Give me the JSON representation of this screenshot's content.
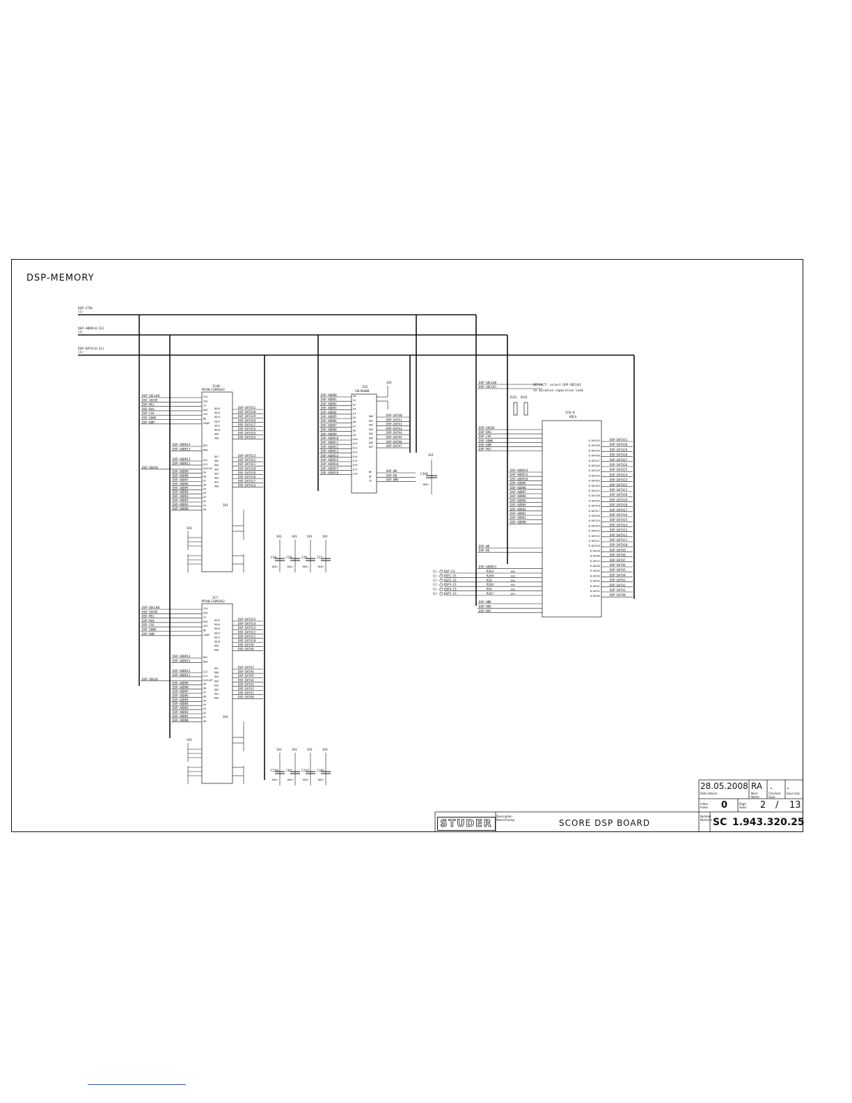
{
  "sheet_title": "DSP-MEMORY",
  "buses": [
    {
      "label": "DSP-CTRL",
      "ref": "(1)"
    },
    {
      "label": "DSP-ADDR(0:23)",
      "ref": "(1)"
    },
    {
      "label": "DSP-DATA(0:31)",
      "ref": "(1)"
    }
  ],
  "chips": {
    "ic40": {
      "ref": "IC40",
      "part": "MT48LC16M16A2"
    },
    "ic7": {
      "ref": "IC7",
      "part": "MT48LC16M16A2"
    },
    "ic6": {
      "ref": "IC6",
      "part": "29LV040B"
    },
    "ic8": {
      "ref": "IC8-D",
      "part": "VDCA"
    }
  },
  "sdram_ctrl_signals": [
    "DSP-SDCLK0",
    "DSP-SDCKE",
    "DSP-MS1",
    "DSP-RAS",
    "DSP-CAS",
    "DSP-SDWE",
    "DSP-DQM"
  ],
  "sdram_ctrl_pins": [
    "CLK",
    "CKE",
    "CS",
    "RAS",
    "CAS",
    "WE",
    "LDQM",
    "UDQM"
  ],
  "sdram_bank_signals": [
    "DSP-ADDR14",
    "DSP-ADDR13"
  ],
  "sdram_addr_signals": [
    "DSP-ADDR12",
    "DSP-ADDR11",
    "DSP-SDA10",
    "DSP-ADDR9",
    "DSP-ADDR8",
    "DSP-ADDR7",
    "DSP-ADDR6",
    "DSP-ADDR5",
    "DSP-ADDR4",
    "DSP-ADDR3",
    "DSP-ADDR2",
    "DSP-ADDR1",
    "DSP-ADDR0"
  ],
  "sdram_addr_pins": [
    "A12",
    "A11",
    "A10/AP",
    "A9",
    "A8",
    "A7",
    "A6",
    "A5",
    "A4",
    "A3",
    "A2",
    "A1",
    "A0"
  ],
  "ic40_data_upper": [
    "DSP-DATA31",
    "DSP-DATA30",
    "DSP-DATA29",
    "DSP-DATA28",
    "DSP-DATA27",
    "DSP-DATA26",
    "DSP-DATA25",
    "DSP-DATA24"
  ],
  "ic40_data_lower": [
    "DSP-DATA23",
    "DSP-DATA22",
    "DSP-DATA21",
    "DSP-DATA20",
    "DSP-DATA19",
    "DSP-DATA18",
    "DSP-DATA17",
    "DSP-DATA16"
  ],
  "ic7_data_upper": [
    "DSP-DATA15",
    "DSP-DATA14",
    "DSP-DATA13",
    "DSP-DATA12",
    "DSP-DATA11",
    "DSP-DATA10",
    "DSP-DATA9",
    "DSP-DATA8"
  ],
  "ic7_data_lower": [
    "DSP-DATA7",
    "DSP-DATA6",
    "DSP-DATA5",
    "DSP-DATA4",
    "DSP-DATA3",
    "DSP-DATA2",
    "DSP-DATA1",
    "DSP-DATA0"
  ],
  "sdram_dq_pins": [
    "DQ15",
    "DQ14",
    "DQ13",
    "DQ12",
    "DQ11",
    "DQ10",
    "DQ9",
    "DQ8",
    "DQ7",
    "DQ6",
    "DQ5",
    "DQ4",
    "DQ3",
    "DQ2",
    "DQ1",
    "DQ0"
  ],
  "flash_addr_signals": [
    "DSP-ADDR0",
    "DSP-ADDR1",
    "DSP-ADDR2",
    "DSP-ADDR3",
    "DSP-ADDR4",
    "DSP-ADDR5",
    "DSP-ADDR6",
    "DSP-ADDR7",
    "DSP-ADDR8",
    "DSP-ADDR9",
    "DSP-ADDR10",
    "DSP-ADDR11",
    "DSP-ADDR12",
    "DSP-ADDR13",
    "DSP-ADDR14",
    "DSP-ADDR15",
    "DSP-ADDR16",
    "DSP-ADDR17",
    "DSP-ADDR18"
  ],
  "flash_data_signals": [
    "DSP-DATA0",
    "DSP-DATA1",
    "DSP-DATA2",
    "DSP-DATA3",
    "DSP-DATA4",
    "DSP-DATA5",
    "DSP-DATA6",
    "DSP-DATA7"
  ],
  "flash_ctrl_signals": [
    "DSP-WR",
    "DSP-RD",
    "DSP-BMS"
  ],
  "flash_ctrl_pins": [
    "WE",
    "OE",
    "CE"
  ],
  "ic8_ctrl_signals": [
    "DSP-SDCLK0",
    "DSP-SDCLK1",
    "DSP-SDCKE",
    "DSP-RAS",
    "DSP-CAS",
    "DSP-SDWE",
    "DSP-DQM",
    "DSP-MS3"
  ],
  "ic8_addr_signals": [
    "DSP-ADDR14",
    "DSP-ADDR13",
    "DSP-ADDR10",
    "DSP-ADDR9",
    "DSP-ADDR8",
    "DSP-ADDR7",
    "DSP-ADDR6",
    "DSP-ADDR5",
    "DSP-ADDR4",
    "DSP-ADDR3",
    "DSP-ADDR2",
    "DSP-ADDR1",
    "DSP-ADDR0"
  ],
  "ic8_misc_signals": [
    "DSP-WR",
    "DSP-RD",
    "DSP-ADDR23"
  ],
  "ic8_data_out": [
    "DSP-DATA31",
    "DSP-DATA30",
    "DSP-DATA29",
    "DSP-DATA28",
    "DSP-DATA27",
    "DSP-DATA26",
    "DSP-DATA25",
    "DSP-DATA24",
    "DSP-DATA23",
    "DSP-DATA22",
    "DSP-DATA21",
    "DSP-DATA20",
    "DSP-DATA19",
    "DSP-DATA18",
    "DSP-DATA17",
    "DSP-DATA16",
    "DSP-DATA15",
    "DSP-DATA14",
    "DSP-DATA13",
    "DSP-DATA12",
    "DSP-DATA11",
    "DSP-DATA10",
    "DSP-DATA9",
    "DSP-DATA8",
    "DSP-DATA7",
    "DSP-DATA6",
    "DSP-DATA5",
    "DSP-DATA4",
    "DSP-DATA3",
    "DSP-DATA2",
    "DSP-DATA1",
    "DSP-DATA0"
  ],
  "ic8_data_pins": [
    "B-DATA31",
    "B-DATA30",
    "B-DATA29",
    "B-DATA28",
    "B-DATA27",
    "B-DATA26",
    "B-DATA25",
    "B-DATA24",
    "B-DATA23",
    "B-DATA22",
    "B-DATA21",
    "B-DATA20",
    "B-DATA19",
    "B-DATA18",
    "B-DATA17",
    "B-DATA16",
    "B-DATA15",
    "B-DATA14",
    "B-DATA13",
    "B-DATA12",
    "B-DATA11",
    "B-DATA10",
    "B-DATA9",
    "B-DATA8",
    "B-DATA7",
    "B-DATA6",
    "B-DATA5",
    "B-DATA4",
    "B-DATA3",
    "B-DATA2",
    "B-DATA1",
    "B-DATA0"
  ],
  "chip_select_inputs": [
    {
      "ref": "(1)",
      "net": "DSP-CS",
      "res": "R363",
      "val": "10k"
    },
    {
      "ref": "(1)",
      "net": "DSP1-CS",
      "res": "R249",
      "val": "10k"
    },
    {
      "ref": "(1)",
      "net": "DSP2-CS",
      "res": "R34",
      "val": "10k"
    },
    {
      "ref": "(1)",
      "net": "DSP3-CS",
      "res": "R266",
      "val": "10k"
    },
    {
      "ref": "(1)",
      "net": "DSP4-CS",
      "res": "R54",
      "val": "10k"
    },
    {
      "ref": "(1)",
      "net": "DSP5-CS",
      "res": "R267",
      "val": "10k"
    }
  ],
  "ic8_host_signals": [
    "DSP-HBR",
    "DSP-HRS",
    "DSP-RDY"
  ],
  "default_note": [
    "DEFAULT: select DSP-SDCLK1",
    "to minimize capasitive load."
  ],
  "jumpers": [
    "R331",
    "R342"
  ],
  "power_net": "3V3",
  "cap_value": "100n",
  "decoupling_top": [
    "C30",
    "C29",
    "C28",
    "C27"
  ],
  "decoupling_bottom": [
    "C250",
    "C85",
    "C237",
    "C181"
  ],
  "flash_cap": "C194",
  "title_block": {
    "date": "28.05.2008",
    "drawn": "RA",
    "checked": ".",
    "approved": ".",
    "date_caption": "Date Datum",
    "drawn_caption": "Nom Name",
    "checked_caption": "Checked Gepr.",
    "approved_caption": "Sous Gez.",
    "index_caption": "Index Index",
    "index": "0",
    "page_caption": "Page Seite",
    "page": "2",
    "page_sep": "/",
    "pages": "13",
    "logo": "STUDER",
    "desc_caption": "Description Bezeichnung",
    "title": "SCORE DSP BOARD",
    "num_caption": "Number Nummer",
    "doc_prefix": "SC",
    "doc_number": "1.943.320.25"
  }
}
